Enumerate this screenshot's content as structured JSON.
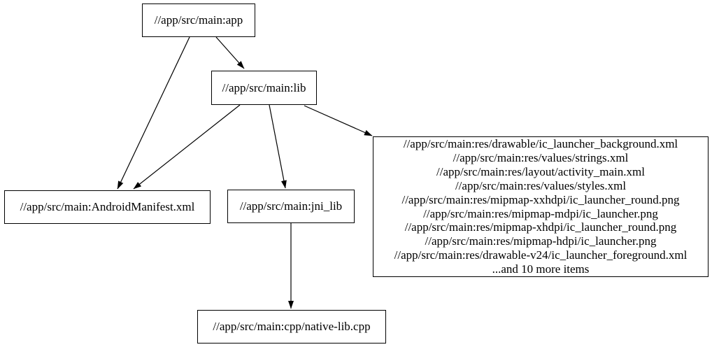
{
  "diagram": {
    "type": "dependency-graph",
    "background_color": "#ffffff",
    "node_border_color": "#000000",
    "edge_color": "#000000",
    "text_color": "#000000",
    "nodes": {
      "app": {
        "label": "//app/src/main:app"
      },
      "lib": {
        "label": "//app/src/main:lib"
      },
      "manifest": {
        "label": "//app/src/main:AndroidManifest.xml"
      },
      "jni_lib": {
        "label": "//app/src/main:jni_lib"
      },
      "res_group": {
        "lines": [
          "//app/src/main:res/drawable/ic_launcher_background.xml",
          "//app/src/main:res/values/strings.xml",
          "//app/src/main:res/layout/activity_main.xml",
          "//app/src/main:res/values/styles.xml",
          "//app/src/main:res/mipmap-xxhdpi/ic_launcher_round.png",
          "//app/src/main:res/mipmap-mdpi/ic_launcher.png",
          "//app/src/main:res/mipmap-xhdpi/ic_launcher_round.png",
          "//app/src/main:res/mipmap-hdpi/ic_launcher.png",
          "//app/src/main:res/drawable-v24/ic_launcher_foreground.xml",
          "...and 10 more items"
        ]
      },
      "native_lib": {
        "label": "//app/src/main:cpp/native-lib.cpp"
      }
    },
    "edges": [
      {
        "from": "app",
        "to": "lib"
      },
      {
        "from": "app",
        "to": "manifest"
      },
      {
        "from": "lib",
        "to": "manifest"
      },
      {
        "from": "lib",
        "to": "jni_lib"
      },
      {
        "from": "lib",
        "to": "res_group"
      },
      {
        "from": "jni_lib",
        "to": "native_lib"
      }
    ]
  }
}
